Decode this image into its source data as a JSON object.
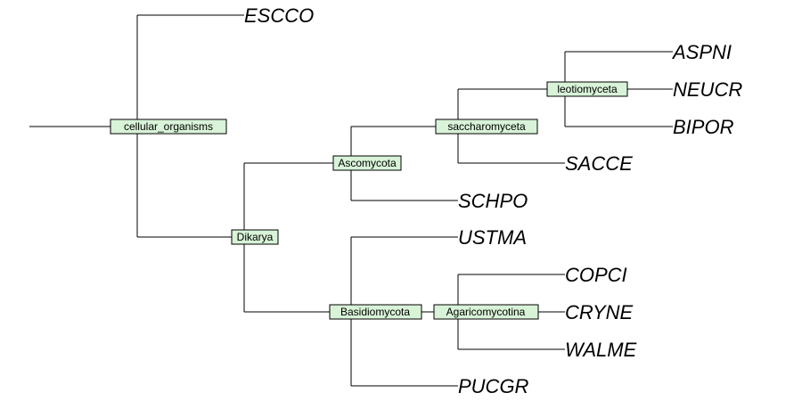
{
  "tree": {
    "internal_nodes": [
      {
        "id": "cellular_organisms",
        "label": "cellular_organisms"
      },
      {
        "id": "dikarya",
        "label": "Dikarya"
      },
      {
        "id": "ascomycota",
        "label": "Ascomycota"
      },
      {
        "id": "saccharomyceta",
        "label": "saccharomyceta"
      },
      {
        "id": "leotiomyceta",
        "label": "leotiomyceta"
      },
      {
        "id": "basidiomycota",
        "label": "Basidiomycota"
      },
      {
        "id": "agaricomycotina",
        "label": "Agaricomycotina"
      }
    ],
    "leaves": [
      {
        "id": "escco",
        "label": "ESCCO"
      },
      {
        "id": "aspni",
        "label": "ASPNI"
      },
      {
        "id": "neucr",
        "label": "NEUCR"
      },
      {
        "id": "bipor",
        "label": "BIPOR"
      },
      {
        "id": "sacce",
        "label": "SACCE"
      },
      {
        "id": "schpo",
        "label": "SCHPO"
      },
      {
        "id": "ustma",
        "label": "USTMA"
      },
      {
        "id": "copci",
        "label": "COPCI"
      },
      {
        "id": "cryne",
        "label": "CRYNE"
      },
      {
        "id": "walme",
        "label": "WALME"
      },
      {
        "id": "pucgr",
        "label": "PUCGR"
      }
    ],
    "edges": [
      [
        "root",
        "cellular_organisms"
      ],
      [
        "cellular_organisms",
        "escco"
      ],
      [
        "cellular_organisms",
        "dikarya"
      ],
      [
        "dikarya",
        "ascomycota"
      ],
      [
        "dikarya",
        "basidiomycota"
      ],
      [
        "ascomycota",
        "saccharomyceta"
      ],
      [
        "ascomycota",
        "schpo"
      ],
      [
        "saccharomyceta",
        "leotiomyceta"
      ],
      [
        "saccharomyceta",
        "sacce"
      ],
      [
        "leotiomyceta",
        "aspni"
      ],
      [
        "leotiomyceta",
        "neucr"
      ],
      [
        "leotiomyceta",
        "bipor"
      ],
      [
        "basidiomycota",
        "ustma"
      ],
      [
        "basidiomycota",
        "agaricomycotina"
      ],
      [
        "basidiomycota",
        "pucgr"
      ],
      [
        "agaricomycotina",
        "copci"
      ],
      [
        "agaricomycotina",
        "cryne"
      ],
      [
        "agaricomycotina",
        "walme"
      ]
    ],
    "node_color": "#d8f3d8"
  }
}
